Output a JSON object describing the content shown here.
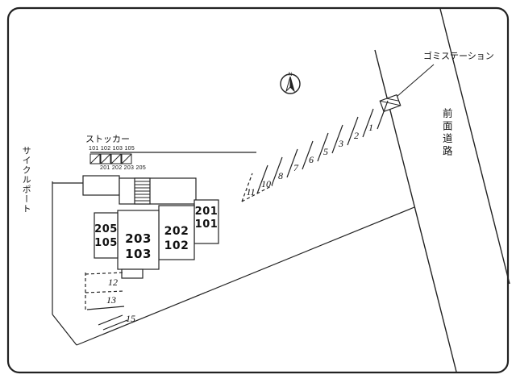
{
  "site_plan": {
    "labels": {
      "garbage_station": "ゴミステーション",
      "front_road": "前面道路",
      "stocker": "ストッカー",
      "cycle_port": "サイクルポート",
      "compass_north": "N"
    },
    "stocker_units": {
      "row1": "101 102 103 105",
      "row2": "201 202 203 205"
    },
    "building_units": [
      {
        "upper": "205",
        "lower": "105"
      },
      {
        "upper": "203",
        "lower": "103"
      },
      {
        "upper": "202",
        "lower": "102"
      },
      {
        "upper": "201",
        "lower": "101"
      }
    ],
    "parking": {
      "diagonal": [
        "11",
        "10",
        "8",
        "7",
        "6",
        "5",
        "3",
        "2",
        "1"
      ],
      "bottom": [
        "12",
        "13",
        "15"
      ]
    }
  }
}
